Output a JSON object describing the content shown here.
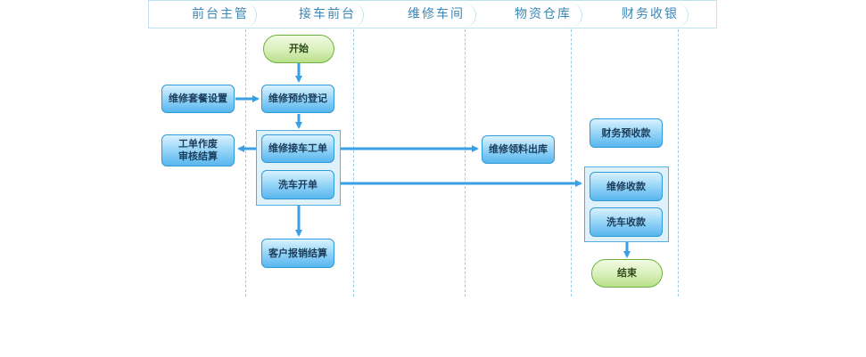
{
  "lanes": {
    "l1": "前台主管",
    "l2": "接车前台",
    "l3": "维修车间",
    "l4": "物资仓库",
    "l5": "财务收银"
  },
  "nodes": {
    "start": "开始",
    "package_setup": "维修套餐设置",
    "appointment": "维修预约登记",
    "work_order_audit": "工单作废\n审核结算",
    "repair_order": "维修接车工单",
    "wash_order": "洗车开单",
    "customer_settlement": "客户报销结算",
    "material_out": "维修领料出库",
    "prepayment": "财务预收款",
    "repair_payment": "维修收款",
    "wash_payment": "洗车收款",
    "end": "结束"
  },
  "colors": {
    "arrow": "#3aa0e6",
    "lane_border": "#bfe3f2",
    "lane_text": "#3a86b6"
  }
}
